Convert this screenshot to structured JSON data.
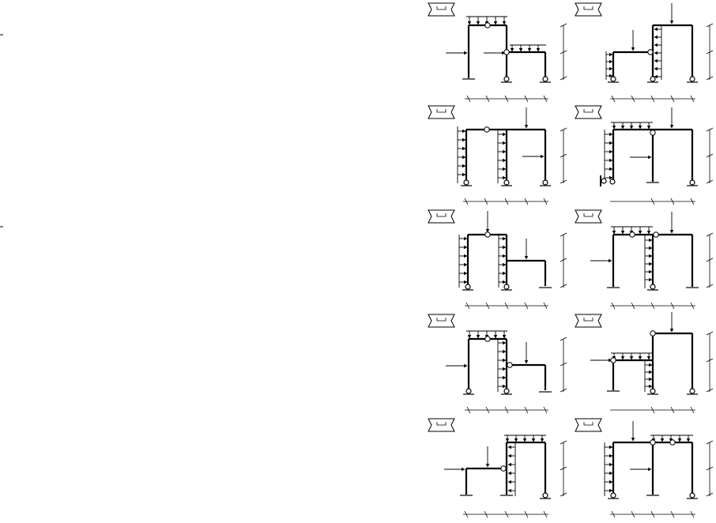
{
  "page": {
    "background": "#ffffff",
    "ink": "#000000",
    "left_margin_marks": 2
  },
  "scheme_tag": {
    "shape": "bracket-box-with-notch",
    "label": ""
  },
  "schemes": [
    {
      "id": "scheme-1",
      "label": ""
    },
    {
      "id": "scheme-2",
      "label": ""
    },
    {
      "id": "scheme-3",
      "label": ""
    },
    {
      "id": "scheme-4",
      "label": ""
    },
    {
      "id": "scheme-5",
      "label": ""
    },
    {
      "id": "scheme-6",
      "label": ""
    },
    {
      "id": "scheme-7",
      "label": ""
    },
    {
      "id": "scheme-8",
      "label": ""
    },
    {
      "id": "scheme-9",
      "label": ""
    },
    {
      "id": "scheme-10",
      "label": ""
    }
  ],
  "icons": {
    "hinge": "hinge-circle-icon",
    "pin_support": "pin-support-icon",
    "fixed_support": "fixed-support-icon",
    "point_load": "point-load-arrow-icon",
    "distributed_load": "distributed-load-icon"
  }
}
